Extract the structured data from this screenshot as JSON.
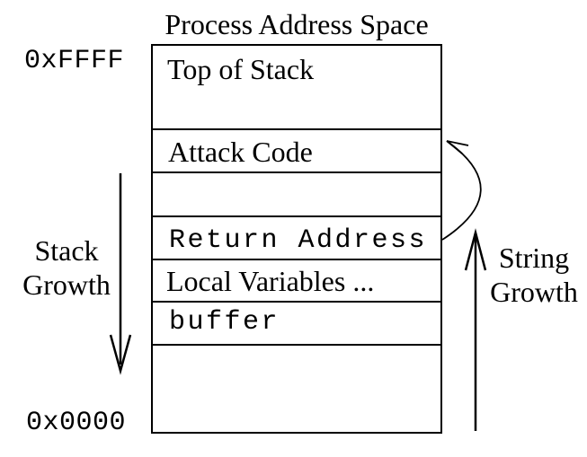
{
  "title": "Process Address Space",
  "addresses": {
    "top": "0xFFFF",
    "bottom": "0x0000"
  },
  "stack_box": {
    "sections": [
      {
        "label": "Top of Stack"
      },
      {
        "label": "Attack Code"
      },
      {
        "label": ""
      },
      {
        "label": "Return Address"
      },
      {
        "label": "Local Variables ..."
      },
      {
        "label": "buffer"
      },
      {
        "label": ""
      }
    ]
  },
  "annotations": {
    "stack_growth": {
      "line1": "Stack",
      "line2": "Growth",
      "direction": "down"
    },
    "string_growth": {
      "line1": "String",
      "line2": "Growth",
      "direction": "up"
    },
    "overflow_arrow": "return-address-to-attack-code"
  },
  "colors": {
    "ink": "#000000",
    "background": "#ffffff"
  }
}
